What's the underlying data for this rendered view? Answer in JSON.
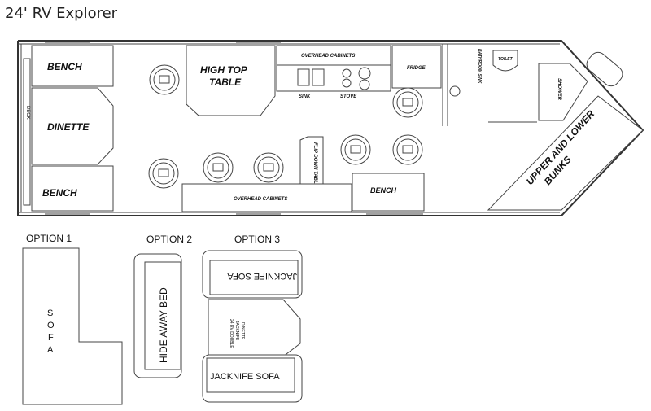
{
  "title": "24' RV Explorer",
  "labels": {
    "bench_top": "BENCH",
    "dinette": "DINETTE",
    "bench_bottom": "BENCH",
    "deck": "DECK",
    "high_top_1": "HIGH TOP",
    "high_top_2": "TABLE",
    "overhead_top": "OVERHEAD CABINETS",
    "sink": "SINK",
    "stove": "STOVE",
    "fridge": "FRIDGE",
    "bathroom_sink": "BATHROOM SINK",
    "toilet": "TOILET",
    "shower": "SHOWER",
    "bunks_1": "UPPER AND LOWER",
    "bunks_2": "BUNKS",
    "flip_down": "FLIP DOWN TABLE",
    "overhead_bottom": "OVERHEAD CABINETS",
    "bench_right": "BENCH"
  },
  "options": {
    "option1": "OPTION 1",
    "option2": "OPTION 2",
    "option3": "OPTION 3",
    "sofa": "SOFA",
    "hide_away": "HIDE AWAY BED",
    "jackknife_top": "JACKNIFE SOFA",
    "jackknife_bottom": "JACKNIFE SOFA",
    "dinette_1": "24 RV DOUBLE",
    "dinette_2": "JACKNIFE",
    "dinette_3": "DINETTE"
  }
}
